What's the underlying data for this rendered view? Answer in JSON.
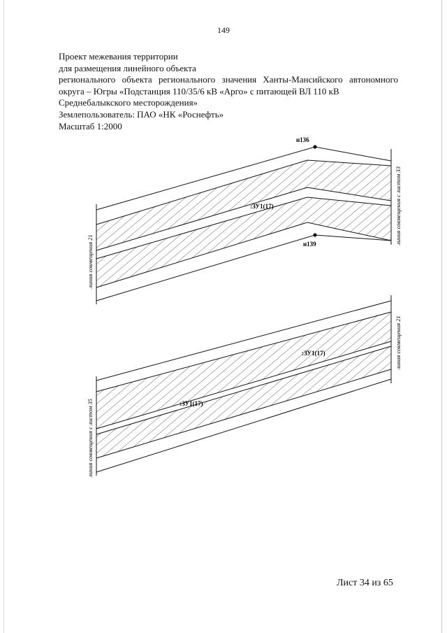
{
  "page_number": "149",
  "header": {
    "lines": [
      "Проект межевания территории",
      "для размещения линейного объекта",
      "регионального объекта регионального значения Ханты-Мансийского автономного",
      "округа – Югры «Подстанция 110/35/6 кВ «Арго» с питающей ВЛ 110 кВ",
      "Среднебалыкского месторождения»",
      "Землепользователь: ПАО «НК «Роснефть»",
      "Масштаб 1:2000"
    ]
  },
  "drawing": {
    "point_top": "н136",
    "point_bottom": "н139",
    "parcel_label_1": ":ЗУ1(17)",
    "parcel_label_2": ":ЗУ1(17)",
    "parcel_label_3": ":ЗУ1(17)",
    "match_left_1": "линия совмещения 21",
    "match_right_1": "линия совмещения с листом 33",
    "match_left_2": "линия совмещения с листом 35",
    "match_right_2": "линия совмещения 21"
  },
  "footer": {
    "sheet": "Лист 34 из 65"
  }
}
